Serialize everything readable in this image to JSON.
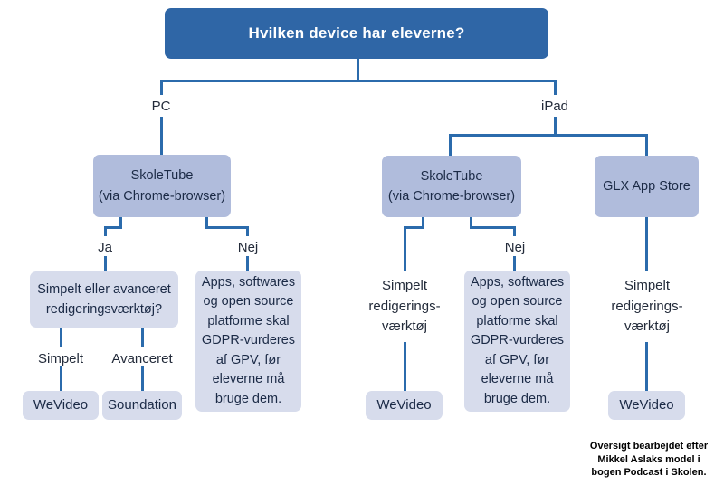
{
  "title": "Hvilken device har eleverne?",
  "labels": {
    "pc": "PC",
    "ipad": "iPad",
    "ja": "Ja",
    "nej": "Nej",
    "simpelt": "Simpelt",
    "avanceret": "Avanceret"
  },
  "nodes": {
    "skoletube": "SkoleTube\n(via Chrome-browser)",
    "glx_app_store": "GLX App Store",
    "editor_question": "Simpelt eller avanceret\nredigeringsværktøj?",
    "gdpr_notice": "Apps, softwares\nog open source\nplatforme skal\nGDPR-vurderes\naf GPV, før\neleverne må\nbruge dem.",
    "simple_editor": "Simpelt\nredigerings-\nværktøj",
    "wevideo": "WeVideo",
    "soundation": "Soundation"
  },
  "attribution": "Oversigt bearbejdet efter\nMikkel Aslaks model i\nbogen Podcast i Skolen.",
  "colors": {
    "header_bg": "#2f66a6",
    "header_text": "#ffffff",
    "node_bg": "#b0bcdc",
    "node_light_bg": "#d7dcec",
    "node_text": "#1b2a46",
    "connector": "#2b6bac"
  }
}
